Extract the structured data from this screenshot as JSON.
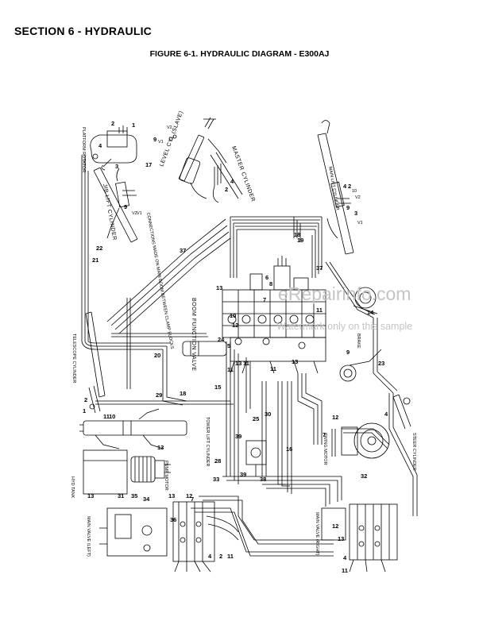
{
  "section_title": "SECTION 6 - HYDRAULIC",
  "figure_title": "FIGURE 6-1. HYDRAULIC DIAGRAM - E300AJ",
  "component_labels": {
    "platform_rotator": "PLATFORM ROTATOR",
    "level_cylinder_slave": "LEVEL CYL (SLAVE)",
    "master_cylinder": "MASTER CYLINDER",
    "main_lift_cylinder": "MAIN LIFT CYLINDER",
    "jib_lift_cylinder": "JIB LIFT CYLINDER",
    "connections_note": "CONNECTIONS MADE ON MAIN BOOM BETWEEN CLAMP BLOCKS",
    "boom_function_valve": "BOOM FUNCTION VALVE",
    "telescope_cylinder": "TELESCOPE CYLINDER",
    "tower_lift_cylinder": "TOWER LIFT CYLINDER",
    "pump_motor": "PUMP MOTOR",
    "hyd_tank": "HYD TANK",
    "swing_motor": "SWING MOTOR",
    "steer_cylinder": "STEER CYLINDER",
    "brake": "BRAKE",
    "main_valve_left": "MAIN VALVE (LEFT)",
    "main_valve_right": "MAIN VALVE (RIGHT)"
  },
  "callouts": {
    "platform": [
      "1",
      "2",
      "3",
      "4"
    ],
    "level": [
      "17",
      "9",
      "V1",
      "V2",
      "4",
      "2"
    ],
    "main_lift": [
      "4",
      "2",
      "10",
      "V2",
      "9",
      "3",
      "V1"
    ],
    "jib": [
      "9",
      "V2",
      "V1",
      "22",
      "21",
      "37",
      "19",
      "18",
      "37"
    ],
    "valve_area": [
      "13",
      "6",
      "8",
      "7",
      "10",
      "12",
      "24",
      "5",
      "14",
      "11",
      "13",
      "11",
      "11",
      "13",
      "11",
      "9",
      "23"
    ],
    "lower": [
      "2",
      "1",
      "20",
      "29",
      "18",
      "15",
      "25",
      "30",
      "11",
      "10",
      "13",
      "16",
      "39",
      "38",
      "39",
      "28",
      "33",
      "32",
      "7",
      "12",
      "4"
    ],
    "bottom_left": [
      "13",
      "31",
      "35",
      "34",
      "13",
      "36",
      "12",
      "7",
      "4",
      "2",
      "11"
    ],
    "bottom_right": [
      "12",
      "13",
      "4",
      "11"
    ]
  },
  "watermark": {
    "main": "eRepairinfo.com",
    "sub": "Watermark only on this sample"
  }
}
